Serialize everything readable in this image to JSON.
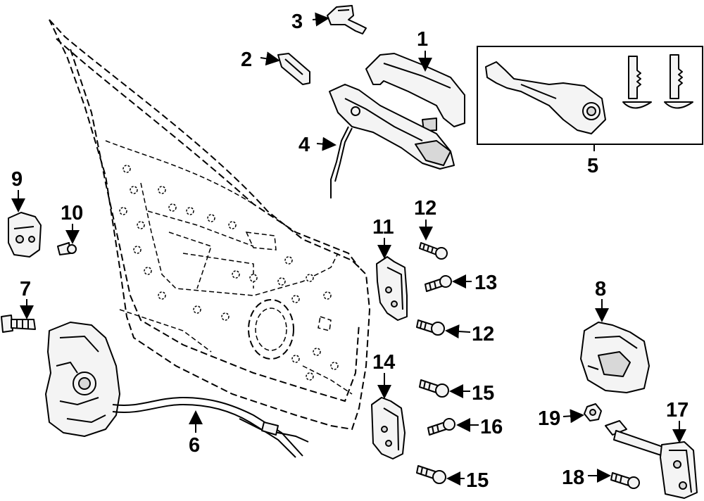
{
  "callouts": {
    "n1": "1",
    "n2": "2",
    "n3": "3",
    "n4": "4",
    "n5": "5",
    "n6": "6",
    "n7": "7",
    "n8": "8",
    "n9": "9",
    "n10": "10",
    "n11": "11",
    "n12a": "12",
    "n12b": "12",
    "n13": "13",
    "n14": "14",
    "n15a": "15",
    "n15b": "15",
    "n16": "16",
    "n17": "17",
    "n18": "18",
    "n19": "19"
  }
}
